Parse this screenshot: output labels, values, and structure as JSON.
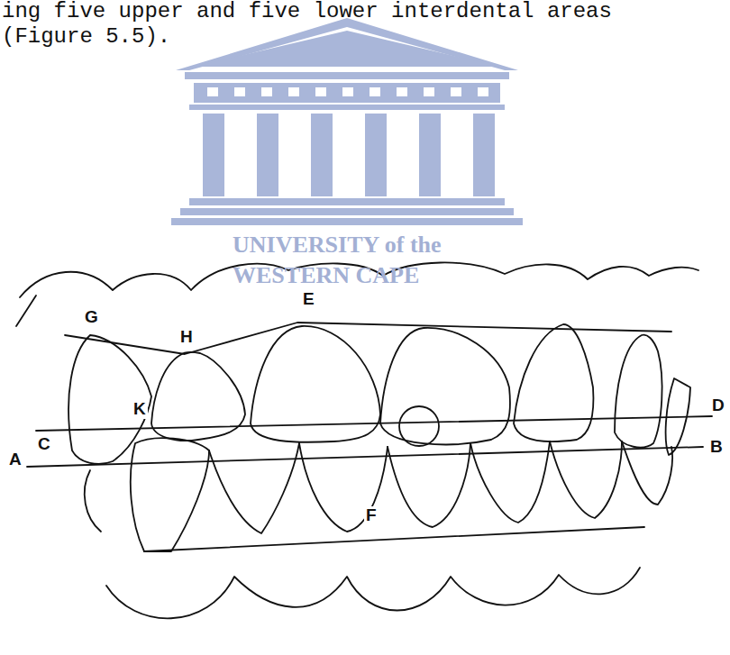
{
  "diagram": {
    "labels": [
      "ing five upper and five lower interdental areas",
      "(Figure 5.5).",
      "UNIVERSITY of the",
      "WESTERN CAPE",
      "G",
      "H",
      "E",
      "C",
      "K",
      "D",
      "A",
      "B",
      "F"
    ]
  }
}
